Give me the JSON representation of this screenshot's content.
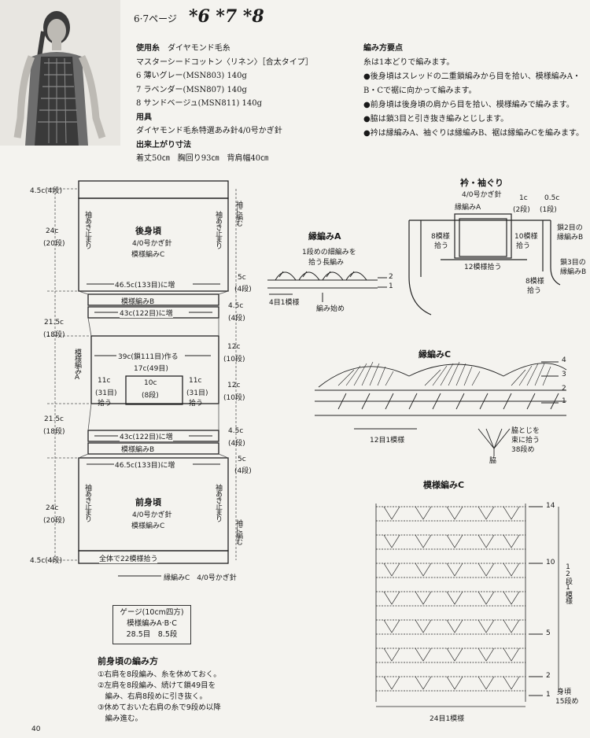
{
  "header": {
    "page_ref": "6·7ページ",
    "items": "*6 *7 *8"
  },
  "materials": {
    "yarn_title": "使用糸",
    "yarn_brand": "ダイヤモンド毛糸",
    "yarn_name": "マスターシードコットン〈リネン〉［合太タイプ］",
    "colors": [
      "6 薄いグレー(MSN803) 140g",
      "7 ラベンダー(MSN807) 140g",
      "8 サンドベージュ(MSN811) 140g"
    ],
    "tools_title": "用具",
    "tools": "ダイヤモンド毛糸特選あみ針4/0号かぎ針",
    "size_title": "出来上がり寸法",
    "size": "着丈50㎝　胸回り93㎝　背肩幅40㎝"
  },
  "key_points": {
    "title": "編み方要点",
    "lines": [
      "糸は1本どりで編みます。",
      "●後身頃はスレッドの二重鎖編みから目を拾い、模様編みA・",
      "B・Cで裾に向かって編みます。",
      "●前身頃は後身頃の肩から目を拾い、模様編みで編みます。",
      "●脇は鎖3目と引き抜き編みとじします。",
      "●衿は縁編みA、袖ぐりは縁編みB、裾は縁編みCを編みます。"
    ]
  },
  "schematic": {
    "left_dims": [
      "4.5c(4段)",
      "24c",
      "(20段)",
      "21.5c",
      "(18段)",
      "21.5c",
      "(18段)",
      "24c",
      "(20段)",
      "4.5c(4段)"
    ],
    "back_title": "後身頃",
    "back_hook": "4/0号かぎ針",
    "back_pattern": "模様編みC",
    "front_title": "前身頃",
    "front_hook": "4/0号かぎ針",
    "front_pattern": "模様編みC",
    "armhole_stop": "袖あき止まり",
    "sleeve_edge": "袖に編む",
    "inc_133": "46.5c(133目)に増",
    "inc_122": "43c(122目)に増",
    "pattern_b": "模様編みB",
    "pattern_a": "模様編みA",
    "chain_111": "39c(鎖111目)作る",
    "neck_17": "17c(49目)",
    "neck_10": "10c",
    "neck_8": "(8段)",
    "side_11": "11c",
    "side_31": "(31目)",
    "side_pick": "拾う",
    "right_5c": "5c",
    "right_4r": "(4段)",
    "right_45": "4.5c",
    "right_12": "12c",
    "right_10r": "(10段)",
    "pick_22": "全体で22模様拾う",
    "edge_c": "縁編みC　4/0号かぎ針"
  },
  "gauge": {
    "title": "ゲージ(10cm四方)",
    "pattern": "模様編みA·B·C",
    "values": "28.5目　8.5段"
  },
  "front_method": {
    "title": "前身頃の編み方",
    "lines": [
      "①右肩を8段編み、糸を休めておく。",
      "②左肩を8段編み、続けて鎖49目を",
      "　編み、右肩8段めに引き抜く。",
      "③休めておいた右肩の糸で9段め以降",
      "　編み進む。"
    ]
  },
  "edge_a": {
    "title": "縁編みA",
    "note1": "1段めの細編みを",
    "note2": "拾う長編み",
    "repeat": "4目1模様",
    "start": "編み始め",
    "row2": "2",
    "row1": "1"
  },
  "collar": {
    "title": "衿・袖ぐり",
    "hook": "4/0号かぎ針",
    "edge_a": "縁編みA",
    "w1": "1c",
    "w1r": "(2段)",
    "w2": "0.5c",
    "w2r": "(1段)",
    "pick8": "8模様",
    "pick8b": "拾う",
    "pick10": "10模様",
    "pick10b": "拾う",
    "pick12": "12模様拾う",
    "pick8c": "8模様",
    "pick8d": "拾う",
    "edge_b1": "鎖2目の",
    "edge_b1b": "縁編みB",
    "edge_b2": "鎖3目の",
    "edge_b2b": "縁編みB"
  },
  "edge_c": {
    "title": "縁編みC",
    "repeat": "12目1模様",
    "side_close": "脇とじを",
    "bundle": "束に拾う",
    "row38": "38段め",
    "side": "脇",
    "rows": [
      "4",
      "3",
      "2",
      "1"
    ]
  },
  "pattern_c": {
    "title": "模様編みC",
    "repeat": "24目1模様",
    "rows_label": "12段1模様",
    "body": "身頃",
    "row15": "15段め",
    "row_marks": [
      "14",
      "10",
      "5",
      "2",
      "1"
    ]
  },
  "page_number": "40"
}
